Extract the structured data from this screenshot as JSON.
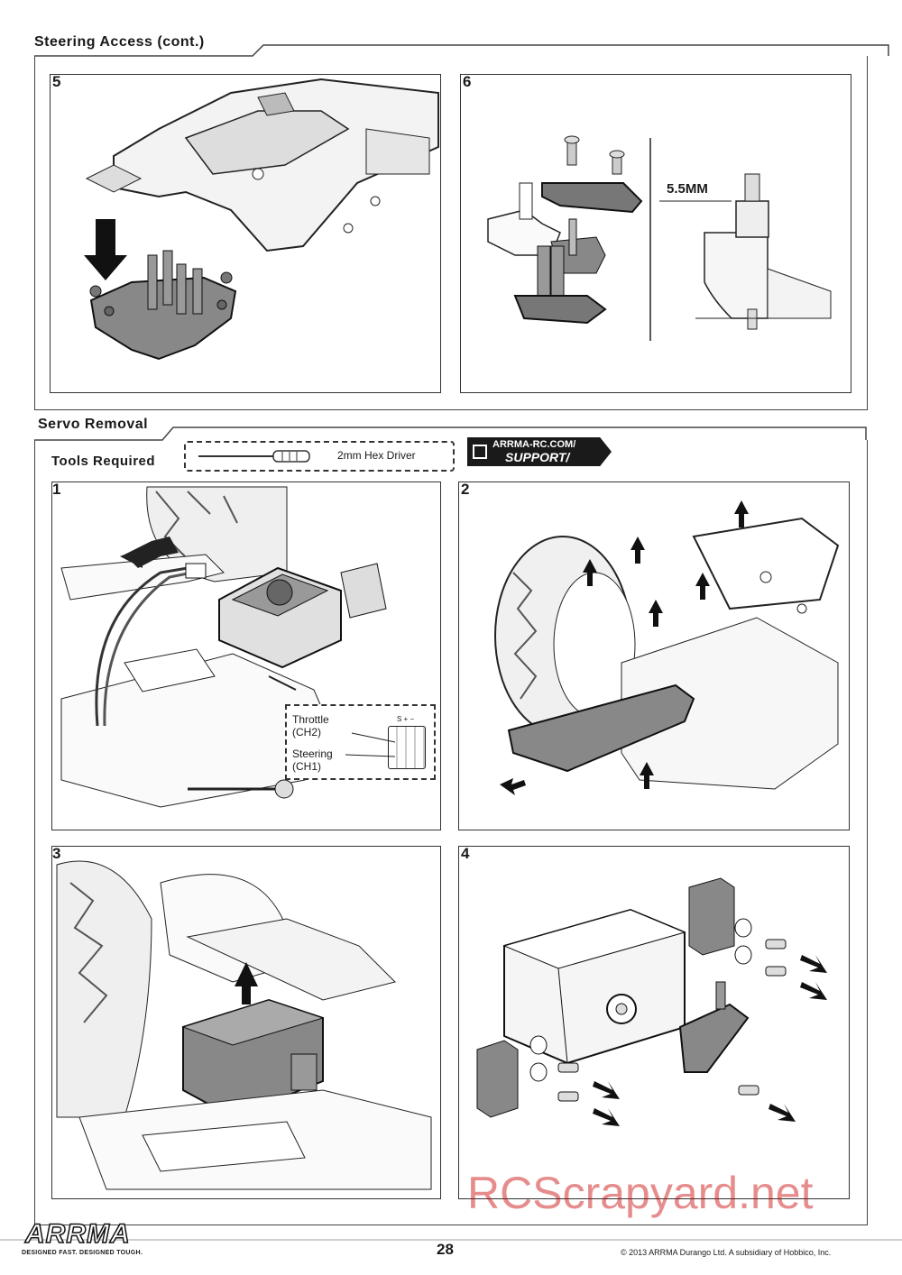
{
  "sections": {
    "steering_access": {
      "title": "Steering Access (cont.)"
    },
    "servo_removal": {
      "title": "Servo Removal"
    }
  },
  "tools": {
    "heading": "Tools Required",
    "tool_name": "2mm Hex Driver"
  },
  "support_badge": {
    "line1": "ARRMA-RC.COM/",
    "line2": "SUPPORT/"
  },
  "steps_top": [
    {
      "num": "5"
    },
    {
      "num": "6",
      "measure": "5.5MM"
    }
  ],
  "steps_servo": [
    {
      "num": "1",
      "labels": {
        "throttle": "Throttle",
        "throttle_ch": "(CH2)",
        "steering": "Steering",
        "steering_ch": "(CH1)",
        "pins": "S + −"
      }
    },
    {
      "num": "2"
    },
    {
      "num": "3"
    },
    {
      "num": "4"
    }
  ],
  "footer": {
    "logo": "ARRMA",
    "tagline": "DESIGNED FAST. DESIGNED TOUGH.",
    "page_number": "28",
    "copyright": "© 2013 ARRMA Durango Ltd. A subsidiary of Hobbico, Inc.",
    "watermark": "RCScrapyard.net"
  }
}
